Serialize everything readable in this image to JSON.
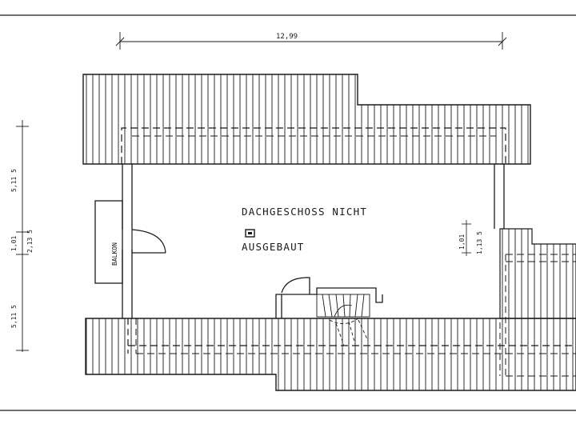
{
  "plan": {
    "title_line1": "DACHGESCHOSS NICHT",
    "title_line2": "AUSGEBAUT",
    "balcony_label": "BALKON",
    "dimensions": {
      "top_width": "12,99",
      "left_upper": "5,11 5",
      "left_middle_a": "1,01",
      "left_middle_b": "2,13 5",
      "left_lower": "5,11 5",
      "right_middle_a": "1,01",
      "right_middle_b": "1,13 5"
    }
  },
  "colors": {
    "ink": "#1a1a1a",
    "paper": "#ffffff"
  }
}
